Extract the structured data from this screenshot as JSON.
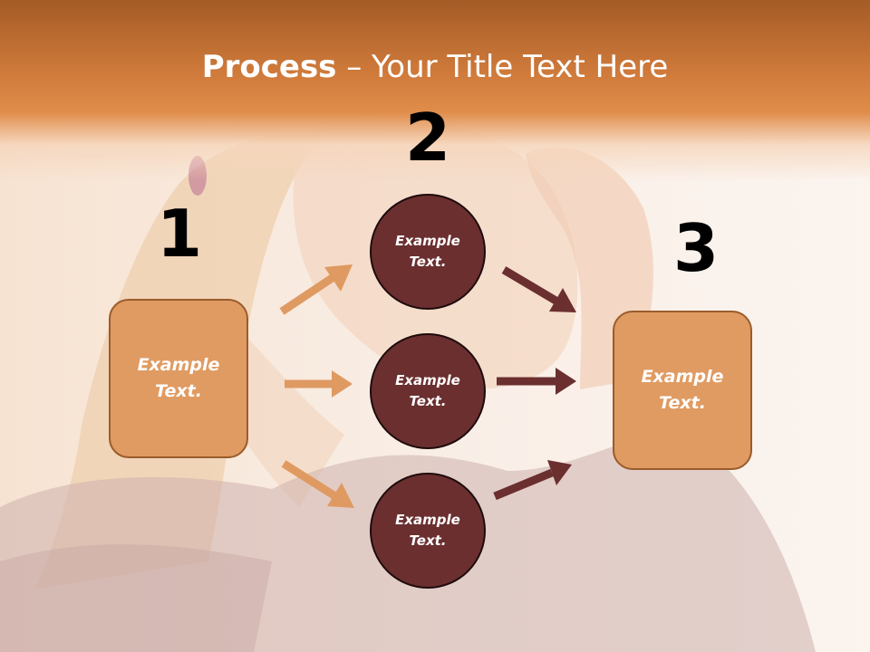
{
  "slide": {
    "title_bold": "Process",
    "title_rest": " – Your Title Text Here"
  },
  "steps": {
    "num1": "1",
    "num2": "2",
    "num3": "3"
  },
  "boxes": {
    "left": "Example\nText.",
    "right": "Example\nText."
  },
  "circles": {
    "top": "Example\nText.",
    "middle": "Example\nText.",
    "bottom": "Example\nText."
  },
  "colors": {
    "header": "#cf7a3b",
    "box_fill": "#e09b62",
    "box_border": "#9a5c2c",
    "circle_fill": "#6b2f2f",
    "arrow_light": "#df9a62",
    "arrow_dark": "#6b2f2f"
  }
}
